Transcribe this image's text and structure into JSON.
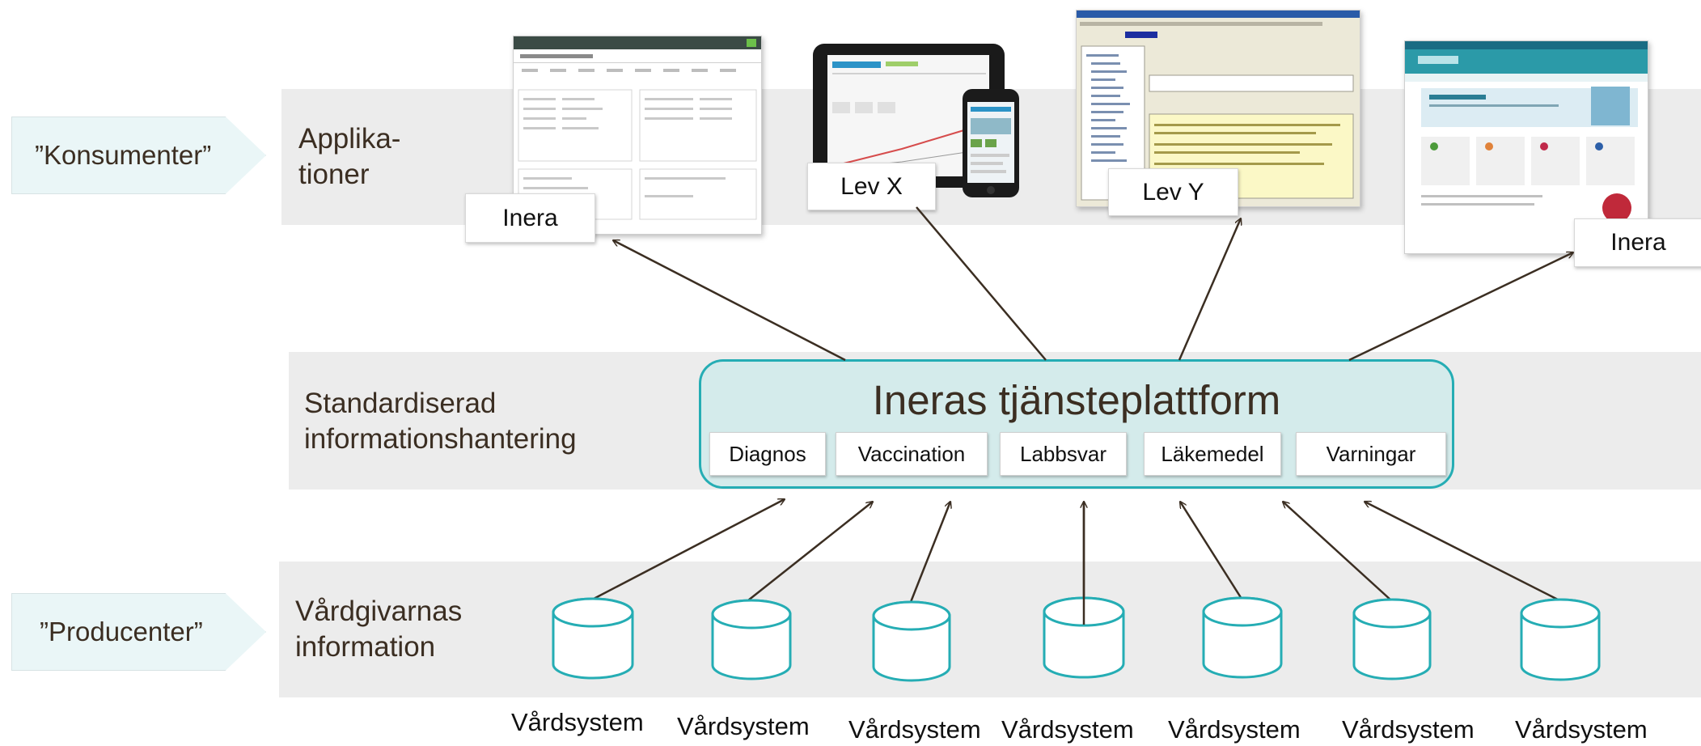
{
  "roles": {
    "consumers": "”Konsumenter”",
    "producers": "”Producenter”"
  },
  "layers": {
    "applications": "Applika-\ntioner",
    "standardized": "Standardiserad\ninformationshantering",
    "care_info": "Vårdgivarnas\ninformation"
  },
  "apps": [
    {
      "label": "Inera"
    },
    {
      "label": "Lev X"
    },
    {
      "label": "Lev Y"
    },
    {
      "label": "Inera"
    }
  ],
  "platform": {
    "title": "Ineras tjänsteplattform",
    "services": [
      "Diagnos",
      "Vaccination",
      "Labbsvar",
      "Läkemedel",
      "Varningar"
    ]
  },
  "systems": [
    "Vårdsystem",
    "Vårdsystem",
    "Vårdsystem",
    "Vårdsystem",
    "Vårdsystem",
    "Vårdsystem",
    "Vårdsystem"
  ],
  "colors": {
    "band": "#ececec",
    "platform_fill": "#d4ebeb",
    "teal": "#25adb4",
    "chevron_fill": "#eaf6f7",
    "arrow": "#3b2e22"
  }
}
